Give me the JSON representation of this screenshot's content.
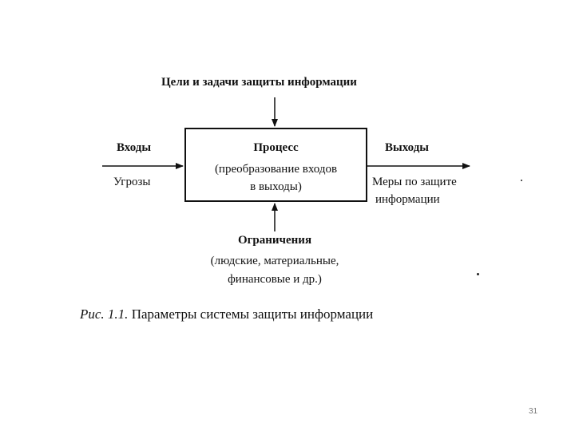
{
  "diagram": {
    "goals_label": "Цели и задачи защиты информации",
    "inputs": {
      "title": "Входы",
      "item": "Угрозы"
    },
    "process": {
      "title": "Процесс",
      "line1": "(преобразование входов",
      "line2": "в выходы)"
    },
    "outputs": {
      "title": "Выходы",
      "line1": "Меры по защите",
      "line2": "информации"
    },
    "constraints": {
      "title": "Ограничения",
      "line1": "(людские, материальные,",
      "line2": "финансовые и др.)"
    }
  },
  "caption": {
    "figure_ref": "Рис. 1.1.",
    "text": "Параметры системы защиты информации"
  },
  "page_number": "31"
}
